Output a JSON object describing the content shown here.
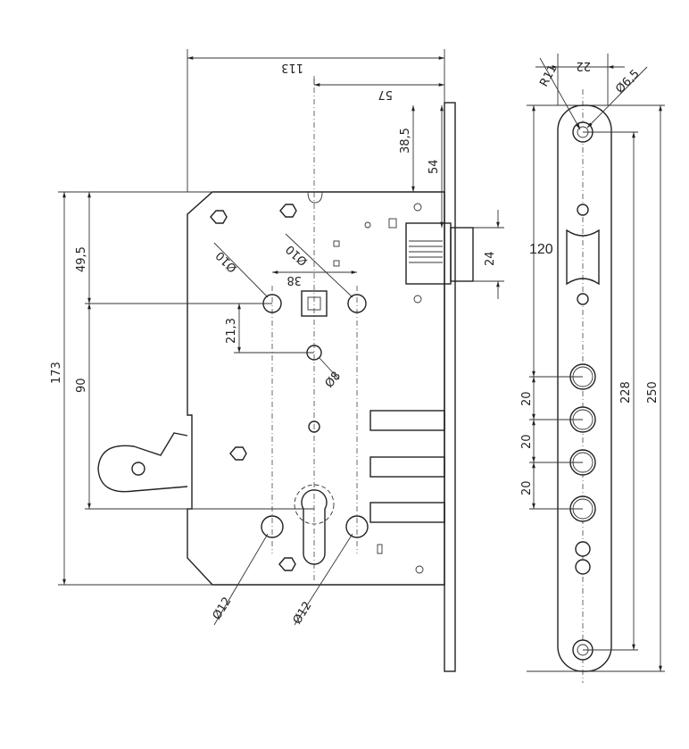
{
  "title": "Mortise lock dimension drawing",
  "dimensions": {
    "case_width": "113",
    "backset": "57",
    "top_offset": "38,5",
    "latch_offset": "54",
    "case_height": "173",
    "top_to_spindle": "49,5",
    "spindle_to_cylinder": "90",
    "spindle_to_hole": "21,3",
    "hole_spacing": "38",
    "hole_dia_left": "Ø10",
    "hole_dia_right": "Ø10",
    "hole_dia_small": "Ø8",
    "latch_height": "24",
    "cyl_hole_left": "Ø12",
    "cyl_hole_right": "Ø12",
    "plate_radius": "R11",
    "plate_width": "22",
    "screw_dia": "Ø6,5",
    "strike_offset": "120",
    "bolt_pitch_1": "20",
    "bolt_pitch_2": "20",
    "bolt_pitch_3": "20",
    "screw_spacing": "228",
    "plate_length": "250"
  }
}
